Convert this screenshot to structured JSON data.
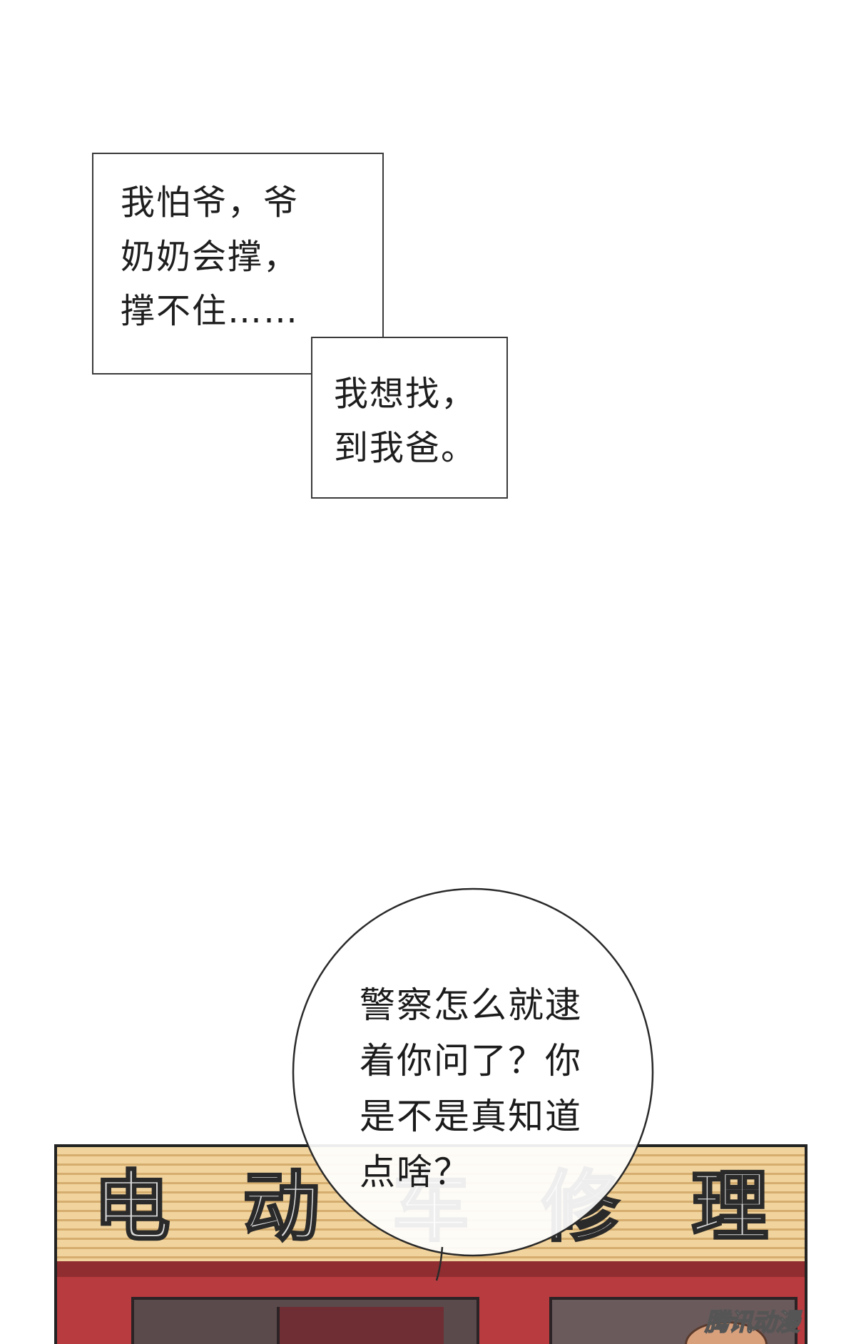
{
  "captions": [
    {
      "lines": [
        "我怕爷，爷",
        "奶奶会撑，",
        "撑不住……"
      ]
    },
    {
      "lines": [
        "我想找，",
        "到我爸。"
      ]
    }
  ],
  "speech": {
    "lines": [
      "警察怎么就逮",
      "着你问了？你",
      "是不是真知道",
      "点啥？"
    ]
  },
  "sign": [
    "电",
    "动",
    "车",
    "修",
    "理"
  ],
  "watermark": "腾讯动漫",
  "colors": {
    "awning": "#f1d39d",
    "wall": "#b83b3f"
  }
}
